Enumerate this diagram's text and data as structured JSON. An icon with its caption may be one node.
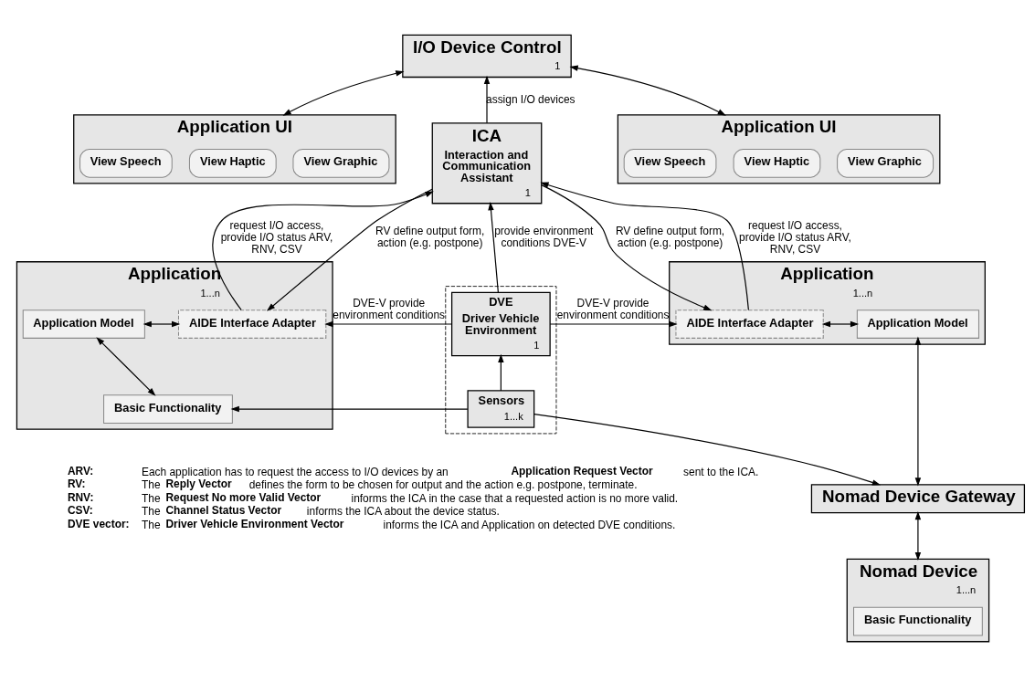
{
  "diagram": {
    "nodes": [
      {
        "text": [
          "I/O Device Control",
          "1"
        ]
      },
      {
        "text": [
          "Application UI"
        ]
      },
      {
        "text": [
          "View Graphic"
        ],
        "in": 1
      },
      {
        "text": [
          "View Haptic"
        ],
        "in": 1
      },
      {
        "text": [
          "View Speech"
        ],
        "in": 1
      },
      {
        "text": [
          "Application",
          "1...n"
        ]
      },
      {
        "text": [
          "Application Model"
        ],
        "in": 5
      },
      {
        "text": [
          "AIDE Interface Adapter"
        ],
        "in": 5
      },
      {
        "text": [
          "Basic Functionality"
        ],
        "in": 5
      },
      {
        "text": [
          "ICA",
          "Interaction and Communication Assistant",
          "1"
        ]
      },
      {
        "text": [],
        "shape": "box"
      },
      {
        "text": [
          "DVE",
          "Driver Vehicle Environment",
          "1"
        ],
        "in": 10
      },
      {
        "text": [
          "Sensors",
          "1...k"
        ],
        "in": 10
      },
      {
        "text": [
          "Application UI"
        ]
      },
      {
        "text": [
          "View Graphic"
        ],
        "in": 13
      },
      {
        "text": [
          "View Haptic"
        ],
        "in": 13
      },
      {
        "text": [
          "View Speech"
        ],
        "in": 13
      },
      {
        "text": [
          "Application",
          "1...n"
        ]
      },
      {
        "text": [
          "AIDE Interface Adapter"
        ],
        "in": 17
      },
      {
        "text": [
          "Application Model"
        ],
        "in": 17
      },
      {
        "text": [
          "Nomad Device Gateway"
        ]
      },
      {
        "text": [
          "Nomad Device",
          "1...n"
        ]
      },
      {
        "text": [
          "Basic Functionality"
        ],
        "in": 21
      }
    ],
    "edges": [
      {
        "from": 1,
        "to": 0,
        "arrow": "both"
      },
      {
        "from": 13,
        "to": 0,
        "arrow": "both"
      },
      {
        "from": 9,
        "to": 0,
        "arrow": "to",
        "label": "assign I/O devices"
      },
      {
        "from": 7,
        "to": 9,
        "arrow": "to",
        "label": "request I/O access, provide I/O status ARV, RNV, CSV"
      },
      {
        "from": 9,
        "to": 7,
        "arrow": "to",
        "label": "RV define output form, action (e.g. postpone)"
      },
      {
        "from": 18,
        "to": 9,
        "arrow": "to",
        "label": "request I/O access, provide I/O status ARV, RNV, CSV"
      },
      {
        "from": 9,
        "to": 18,
        "arrow": "to",
        "label": "RV define output form, action (e.g. postpone)"
      },
      {
        "from": 11,
        "to": 9,
        "arrow": "to",
        "label": "provide environment conditions DVE-V"
      },
      {
        "from": 11,
        "to": 7,
        "arrow": "to",
        "label": "DVE-V provide environment conditions"
      },
      {
        "from": 11,
        "to": 18,
        "arrow": "to",
        "label": "DVE-V provide environment conditions"
      },
      {
        "from": 6,
        "to": 7,
        "arrow": "both"
      },
      {
        "from": 6,
        "to": 8,
        "arrow": "both"
      },
      {
        "from": 18,
        "to": 19,
        "arrow": "both"
      },
      {
        "from": 12,
        "to": 11,
        "arrow": "to"
      },
      {
        "from": 12,
        "to": 8,
        "arrow": "to"
      },
      {
        "from": 12,
        "to": 20,
        "arrow": "to"
      },
      {
        "from": 19,
        "to": 20,
        "arrow": "both"
      },
      {
        "from": 20,
        "to": 21,
        "arrow": "both"
      }
    ],
    "labels": [
      "ARV:",
      "Each application has to request the access to I/O devices by an **Application Request Vector** sent to the ICA.",
      "RV:",
      "The **Reply Vector** defines the form to be chosen for output and the action e.g. postpone, terminate.",
      "RNV:",
      "The **Request No more Valid Vector** informs the ICA in the case that a requested action is no more valid.",
      "CSV:",
      "The **Channel Status Vector** informs the ICA about the device status.",
      "DVE vector:",
      "The **Driver Vehicle Environment Vector** informs the ICA and Application on detected DVE conditions."
    ]
  }
}
